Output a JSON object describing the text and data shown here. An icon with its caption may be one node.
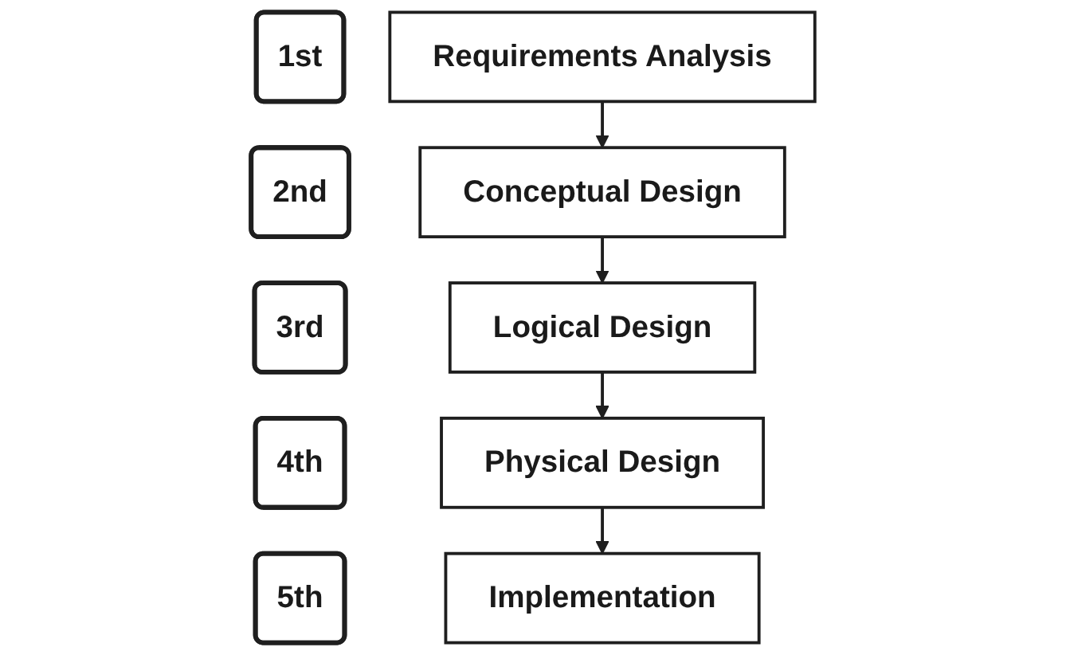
{
  "diagram": {
    "nodes": [
      {
        "text": [
          "1st"
        ]
      },
      {
        "text": [
          "Requirements Analysis"
        ]
      },
      {
        "text": [
          "2nd"
        ]
      },
      {
        "text": [
          "Conceptual Design"
        ]
      },
      {
        "text": [
          "3rd"
        ]
      },
      {
        "text": [
          "Logical Design"
        ]
      },
      {
        "text": [
          "4th"
        ]
      },
      {
        "text": [
          "Physical Design"
        ]
      },
      {
        "text": [
          "5th"
        ]
      },
      {
        "text": [
          "Implementation"
        ]
      }
    ],
    "edges": [
      {
        "from": 1,
        "to": 3,
        "arrow": "to"
      },
      {
        "from": 3,
        "to": 5,
        "arrow": "to"
      },
      {
        "from": 5,
        "to": 7,
        "arrow": "to"
      },
      {
        "from": 7,
        "to": 9,
        "arrow": "to"
      }
    ]
  }
}
